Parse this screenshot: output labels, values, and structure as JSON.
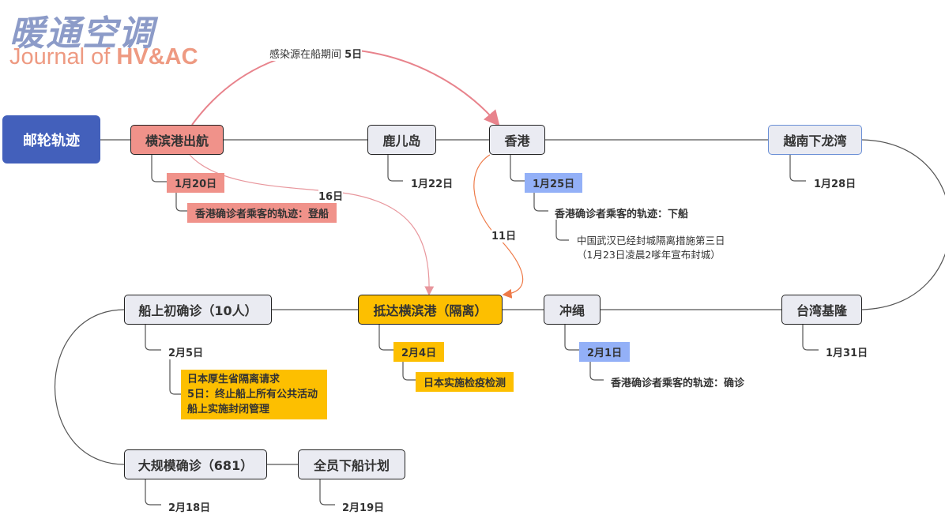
{
  "logo": {
    "cn": "暖通空调",
    "en_prefix": "Journal of ",
    "en_bold": "HV&AC"
  },
  "root": {
    "label": "邮轮轨迹"
  },
  "stops": [
    {
      "id": "yokohama_depart",
      "label": "横滨港出航",
      "date": "1月20日",
      "notes": [
        "香港确诊者乘客的轨迹：登船"
      ]
    },
    {
      "id": "kagoshima",
      "label": "鹿儿岛",
      "date": "1月22日"
    },
    {
      "id": "hongkong",
      "label": "香港",
      "date": "1月25日",
      "notes": [
        "香港确诊者乘客的轨迹：下船",
        "中国武汉已经封城隔离措施第三日",
        "（1月23日凌晨2嗲年宣布封城）"
      ]
    },
    {
      "id": "halong",
      "label": "越南下龙湾",
      "date": "1月28日"
    },
    {
      "id": "keelung",
      "label": "台湾基隆",
      "date": "1月31日"
    },
    {
      "id": "okinawa",
      "label": "冲绳",
      "date": "2月1日",
      "notes": [
        "香港确诊者乘客的轨迹：确诊"
      ]
    },
    {
      "id": "yokohama_arrive",
      "label": "抵达横滨港（隔离）",
      "date": "2月4日",
      "notes": [
        "日本实施检疫检测"
      ]
    },
    {
      "id": "first_confirmed",
      "label": "船上初确诊（10人）",
      "date": "2月5日",
      "notes": [
        "日本厚生省隔离请求",
        "5日：终止船上所有公共活动",
        "船上实施封闭管理"
      ]
    },
    {
      "id": "mass_confirmed",
      "label": "大规模确诊（681）",
      "date": "2月18日"
    },
    {
      "id": "disembark_plan",
      "label": "全员下船计划",
      "date": "2月19日"
    }
  ],
  "relations": [
    {
      "from": "横滨港出航",
      "to": "香港",
      "label_prefix": "感染源在船期间 ",
      "label_bold": "5日",
      "color": "#e8838c"
    },
    {
      "from": "横滨港出航",
      "to": "抵达横滨港（隔离）",
      "label": "16日",
      "color": "#e8969c"
    },
    {
      "from": "香港",
      "to": "抵达横滨港（隔离）",
      "label": "11日",
      "color": "#ee7a48"
    }
  ]
}
